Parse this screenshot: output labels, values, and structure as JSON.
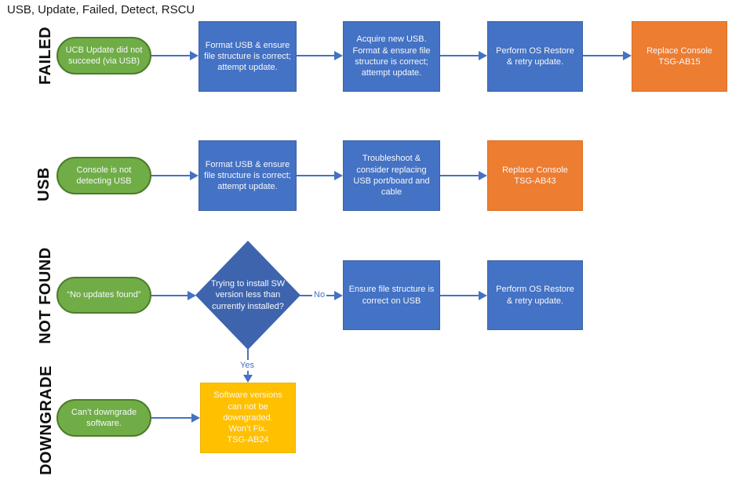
{
  "title": "USB, Update, Failed, Detect, RSCU",
  "colors": {
    "process": "#4472C4",
    "decision": "#3E64AE",
    "start": "#70AD47",
    "terminal": "#ED7D31",
    "wontfix": "#FFC000",
    "connector": "#4472C4"
  },
  "edge_labels": {
    "yes": "Yes",
    "no": "No"
  },
  "rows": [
    {
      "label": "FAILED",
      "start": "UCB Update did not succeed (via USB)",
      "steps": [
        "Format USB & ensure file structure is correct; attempt update.",
        "Acquire new USB. Format & ensure file structure is correct; attempt update.",
        "Perform OS Restore & retry update."
      ],
      "end": "Replace Console\nTSG-AB15"
    },
    {
      "label": "USB",
      "start": "Console is not detecting USB",
      "steps": [
        "Format USB & ensure file structure is correct; attempt update.",
        "Troubleshoot & consider replacing USB port/board and cable"
      ],
      "end": "Replace Console\nTSG-AB43"
    },
    {
      "label": "NOT FOUND",
      "start": "“No updates found”",
      "decision": "Trying to install SW version less than currently installed?",
      "steps": [
        "Ensure file structure is correct on USB",
        "Perform OS Restore & retry update."
      ]
    },
    {
      "label": "DOWNGRADE",
      "start": "Can’t downgrade software.",
      "end": "Software versions\ncan not be\ndowngraded.\nWon’t Fix.\nTSG-AB24"
    }
  ]
}
